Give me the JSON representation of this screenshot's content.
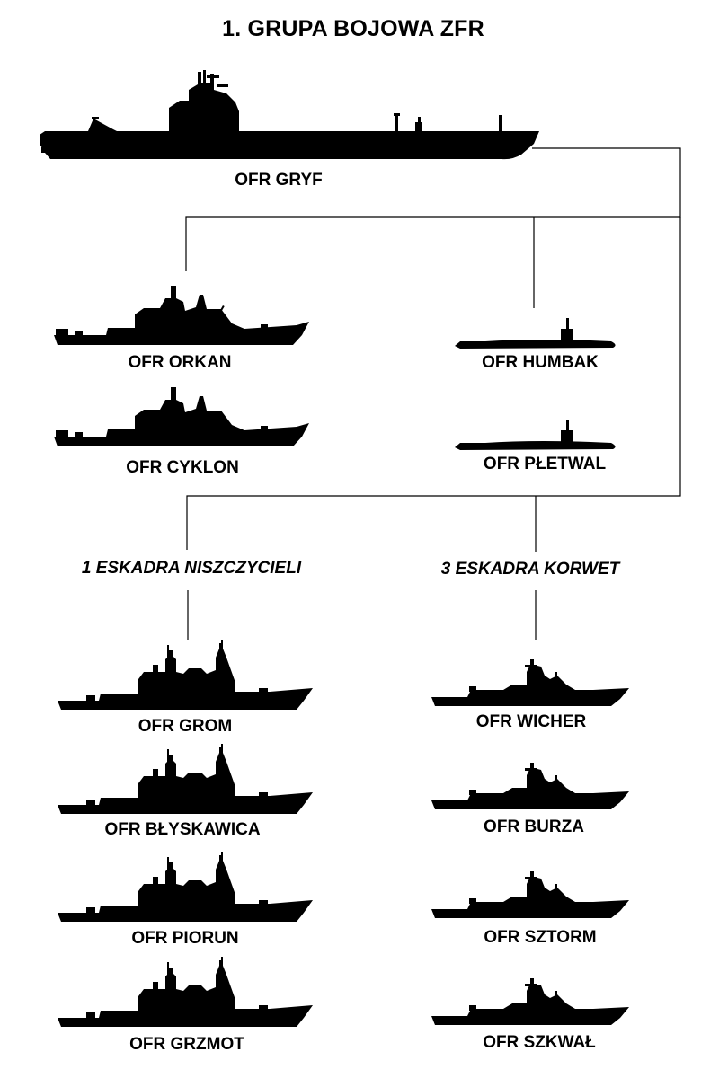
{
  "title": "1. GRUPA BOJOWA ZFR",
  "flagship": {
    "name": "OFR GRYF",
    "type": "carrier-silhouette"
  },
  "escorts": [
    {
      "name": "OFR ORKAN",
      "type": "cruiser-silhouette"
    },
    {
      "name": "OFR CYKLON",
      "type": "cruiser-silhouette"
    }
  ],
  "submarines": [
    {
      "name": "OFR HUMBAK",
      "type": "submarine-silhouette"
    },
    {
      "name": "OFR PŁETWAL",
      "type": "submarine-silhouette"
    }
  ],
  "squadrons": [
    {
      "name": "1 ESKADRA NISZCZYCIELI",
      "ships": [
        {
          "name": "OFR GROM",
          "type": "destroyer-silhouette"
        },
        {
          "name": "OFR BŁYSKAWICA",
          "type": "destroyer-silhouette"
        },
        {
          "name": "OFR PIORUN",
          "type": "destroyer-silhouette"
        },
        {
          "name": "OFR GRZMOT",
          "type": "destroyer-silhouette"
        }
      ]
    },
    {
      "name": "3 ESKADRA KORWET",
      "ships": [
        {
          "name": "OFR WICHER",
          "type": "frigate-silhouette"
        },
        {
          "name": "OFR BURZA",
          "type": "frigate-silhouette"
        },
        {
          "name": "OFR SZTORM",
          "type": "frigate-silhouette"
        },
        {
          "name": "OFR SZKWAŁ",
          "type": "frigate-silhouette"
        }
      ]
    }
  ]
}
